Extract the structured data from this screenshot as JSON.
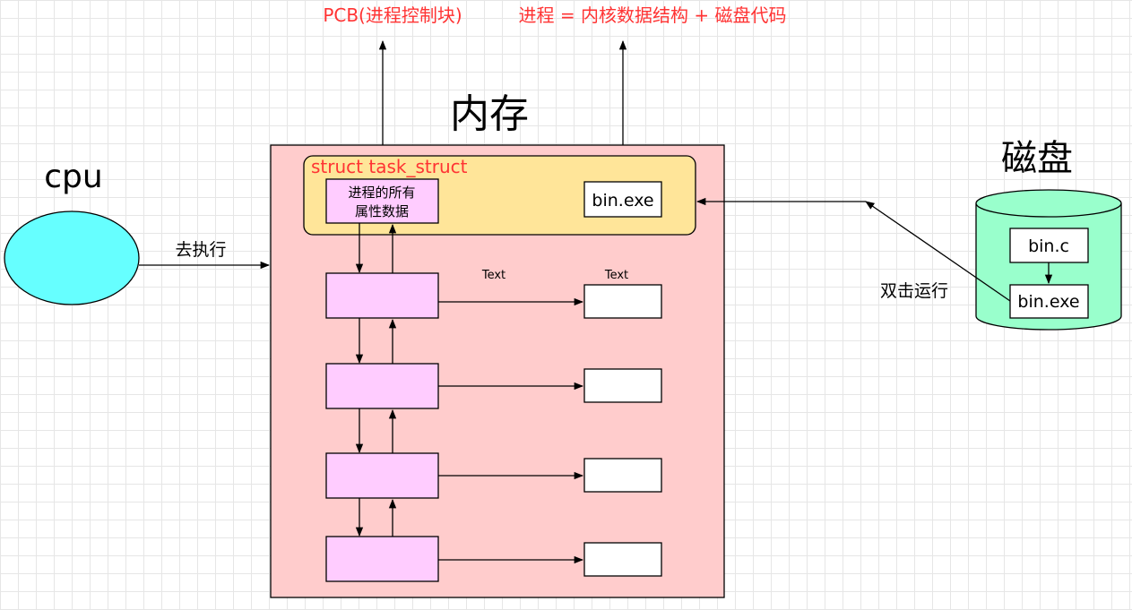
{
  "colors": {
    "annotation_red": "#ff3333",
    "memory_fill": "#ffcccc",
    "task_struct_fill": "#ffe599",
    "node_fill": "#ffccff",
    "cpu_fill": "#66ffff",
    "disk_fill": "#99ffcc",
    "stroke": "#000000"
  },
  "annotations": {
    "pcb": "PCB(进程控制块)",
    "process_formula": "进程 = 内核数据结构 + 磁盘代码"
  },
  "memory": {
    "title": "内存",
    "task_struct_label": "struct task_struct",
    "head_node_line1": "进程的所有",
    "head_node_line2": "属性数据",
    "code_box": "bin.exe"
  },
  "cpu": {
    "title": "cpu",
    "edge_label": "去执行"
  },
  "disk": {
    "title": "磁盘",
    "file_src": "bin.c",
    "file_exe": "bin.exe",
    "edge_label": "双击运行"
  },
  "list_labels": {
    "left": "Text",
    "right": "Text"
  }
}
